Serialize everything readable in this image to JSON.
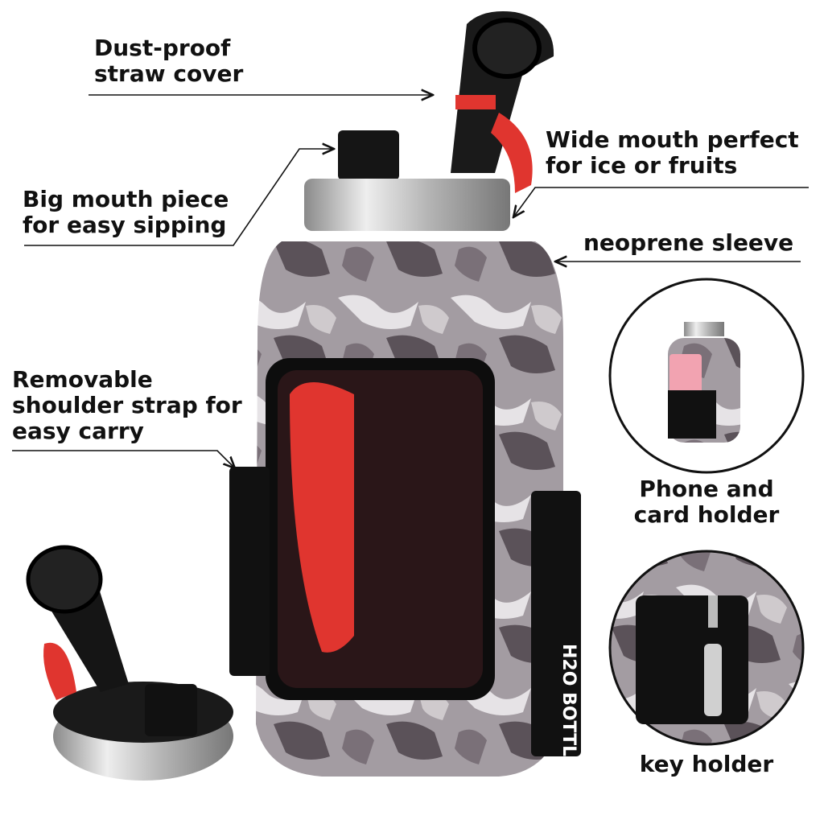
{
  "callouts": {
    "straw_cover": "Dust-proof\nstraw cover",
    "mouth_piece": "Big mouth piece\nfor easy sipping",
    "wide_mouth": "Wide mouth perfect\nfor ice or fruits",
    "sleeve": "neoprene sleeve",
    "strap": "Removable\nshoulder strap for\neasy carry",
    "phone_holder": "Phone and\ncard holder",
    "key_holder": "key holder"
  },
  "brand_logo": {
    "mark": "H2O",
    "word": "BOTTLE"
  },
  "colors": {
    "accent_red": "#e0352f",
    "steel": "#c8c8c8",
    "camo_light": "#d9d6da",
    "camo_mid": "#8d858c",
    "camo_dark": "#5b5259",
    "black": "#111111"
  }
}
